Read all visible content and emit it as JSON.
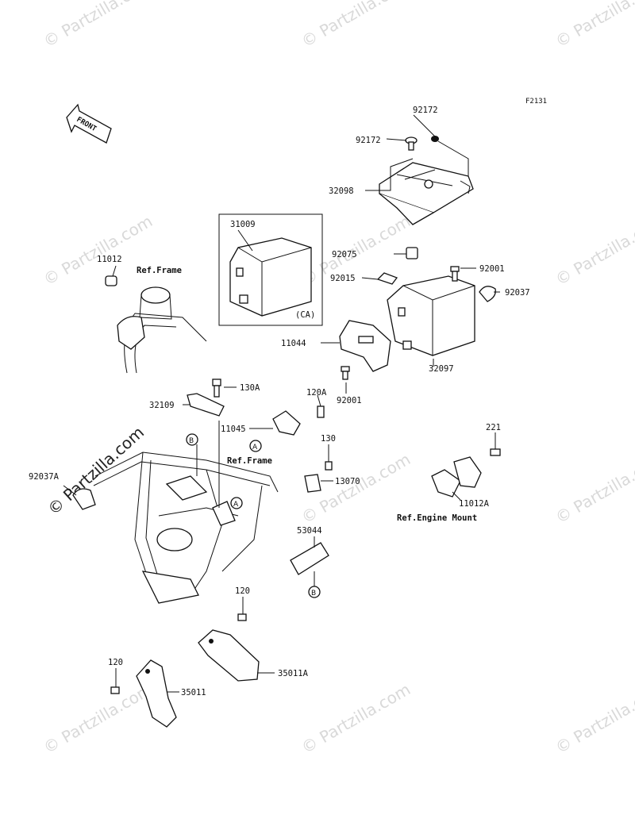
{
  "diagram": {
    "figure_code": "F2131",
    "front_label": "FRONT",
    "watermark": "© Partzilla.com",
    "callouts": {
      "p92172_top": "92172",
      "p92172_left": "92172",
      "p32098": "32098",
      "p31009": "31009",
      "p92075": "92075",
      "p92001_top": "92001",
      "p92015": "92015",
      "p92037": "92037",
      "p11044": "11044",
      "p32097": "32097",
      "p92001_bottom": "92001",
      "p11012": "11012",
      "p130A": "130A",
      "p32109": "32109",
      "p120A": "120A",
      "p11045": "11045",
      "p130": "130",
      "p221": "221",
      "p92037A": "92037A",
      "p13070": "13070",
      "p11012A": "11012A",
      "p53044": "53044",
      "p120_mid": "120",
      "p35011A": "35011A",
      "p120_low": "120",
      "p35011": "35011"
    },
    "notes": {
      "ca": "(CA)",
      "ref_frame_top": "Ref.Frame",
      "ref_frame_mid": "Ref.Frame",
      "ref_engine_mount": "Ref.Engine Mount"
    },
    "markers": {
      "a1": "A",
      "a2": "A",
      "b1": "B",
      "b2": "B"
    }
  }
}
